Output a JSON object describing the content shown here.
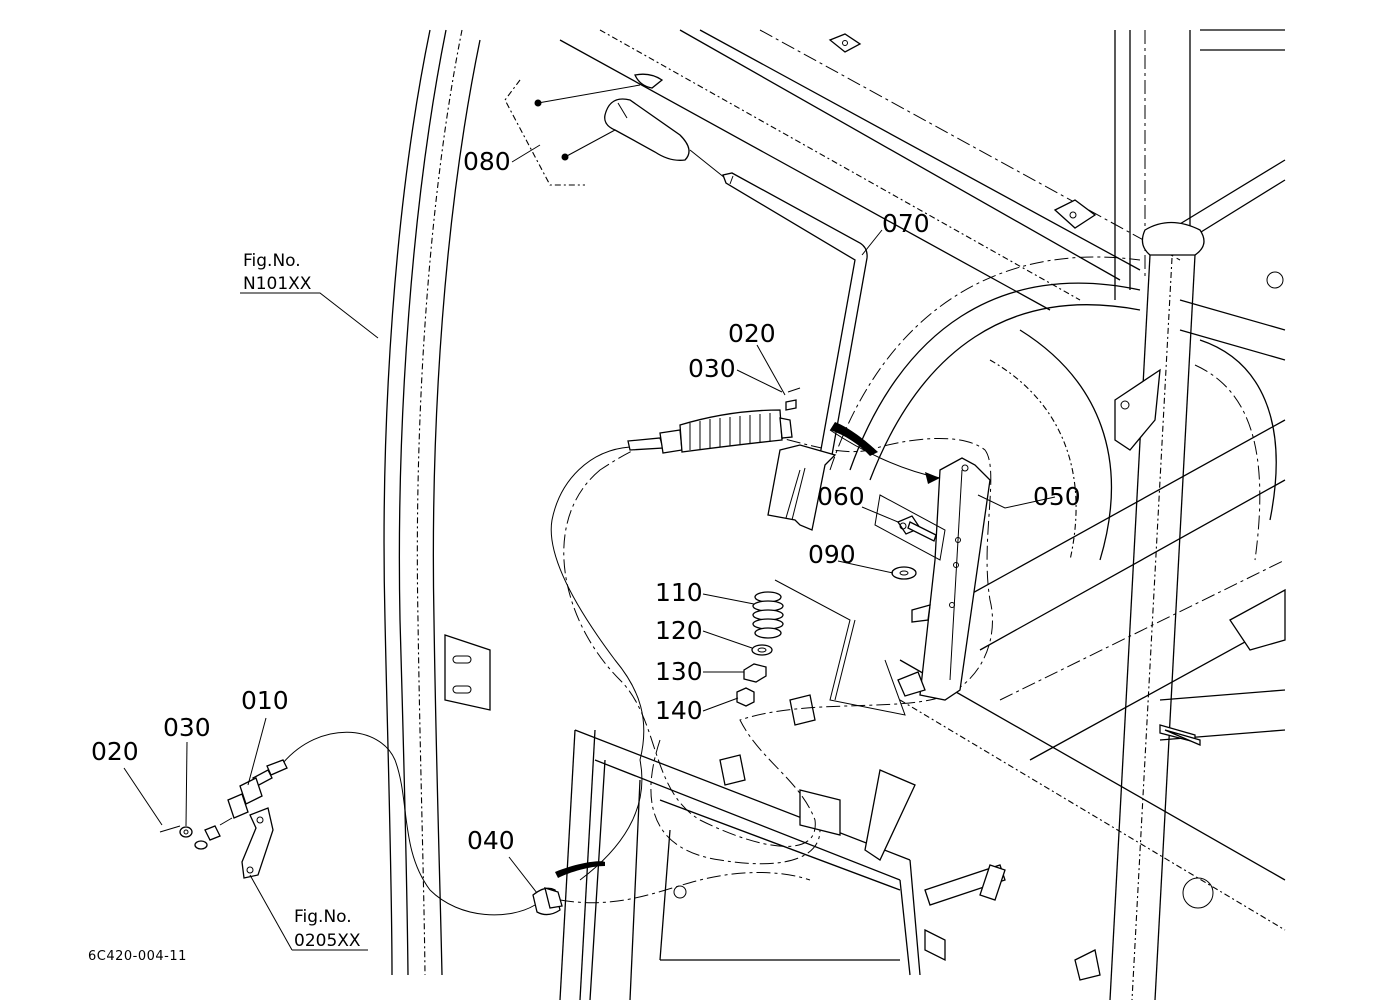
{
  "callouts": {
    "c080": "080",
    "c070": "070",
    "c020_top": "020",
    "c030_top": "030",
    "c060": "060",
    "c050": "050",
    "c090": "090",
    "c110": "110",
    "c120": "120",
    "c130": "130",
    "c140": "140",
    "c010": "010",
    "c030_left": "030",
    "c020_left": "020",
    "c040": "040"
  },
  "references": {
    "ref_n101": {
      "line1": "Fig.No.",
      "line2": "N101XX"
    },
    "ref_0205": {
      "line1": "Fig.No.",
      "line2": "0205XX"
    }
  },
  "diagram_code": "6C420-004-11"
}
